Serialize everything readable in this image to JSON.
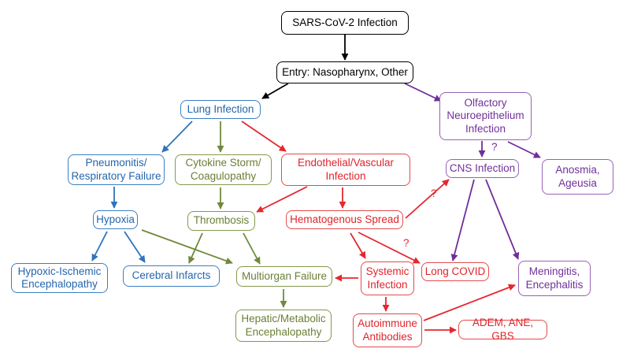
{
  "title": "SARS-CoV-2 neurological pathophysiology flow diagram",
  "colors": {
    "black": "#000000",
    "blue": "#2f74bb",
    "green": "#6f8a3a",
    "red": "#e4282f",
    "purple": "#6f2e99"
  },
  "nodes": {
    "sars": {
      "label": "SARS-CoV-2 Infection",
      "color": "black"
    },
    "entry": {
      "label": "Entry: Nasopharynx, Other",
      "color": "black"
    },
    "lung": {
      "label": "Lung Infection",
      "color": "blue"
    },
    "olfactory": {
      "label": "Olfactory\nNeuroepithelium\nInfection",
      "color": "purple"
    },
    "pneumonitis": {
      "label": "Pneumonitis/\nRespiratory Failure",
      "color": "blue"
    },
    "cytokine": {
      "label": "Cytokine Storm/\nCoagulopathy",
      "color": "green"
    },
    "endothelial": {
      "label": "Endothelial/Vascular\nInfection",
      "color": "red"
    },
    "cns": {
      "label": "CNS Infection",
      "color": "purple"
    },
    "anosmia": {
      "label": "Anosmia,\nAgeusia",
      "color": "purple"
    },
    "hypoxia": {
      "label": "Hypoxia",
      "color": "blue"
    },
    "thrombosis": {
      "label": "Thrombosis",
      "color": "green"
    },
    "hematogenous": {
      "label": "Hematogenous Spread",
      "color": "red"
    },
    "hie": {
      "label": "Hypoxic-Ischemic\nEncephalopathy",
      "color": "blue"
    },
    "infarcts": {
      "label": "Cerebral Infarcts",
      "color": "blue"
    },
    "multiorgan": {
      "label": "Multiorgan Failure",
      "color": "green"
    },
    "systemic": {
      "label": "Systemic\nInfection",
      "color": "red"
    },
    "longcovid": {
      "label": "Long COVID",
      "color": "red"
    },
    "meningitis": {
      "label": "Meningitis,\nEncephalitis",
      "color": "purple"
    },
    "hepatic": {
      "label": "Hepatic/Metabolic\nEncephalopathy",
      "color": "green"
    },
    "autoimmune": {
      "label": "Autoimmune\nAntibodies",
      "color": "red"
    },
    "adem": {
      "label": "ADEM, ANE, GBS",
      "color": "red"
    }
  },
  "edges": [
    {
      "from": "sars",
      "to": "entry",
      "color": "black"
    },
    {
      "from": "entry",
      "to": "lung",
      "color": "black"
    },
    {
      "from": "entry",
      "to": "olfactory",
      "color": "purple"
    },
    {
      "from": "lung",
      "to": "pneumonitis",
      "color": "blue"
    },
    {
      "from": "lung",
      "to": "cytokine",
      "color": "green"
    },
    {
      "from": "lung",
      "to": "endothelial",
      "color": "red"
    },
    {
      "from": "olfactory",
      "to": "cns",
      "color": "purple",
      "label": "?"
    },
    {
      "from": "olfactory",
      "to": "anosmia",
      "color": "purple"
    },
    {
      "from": "pneumonitis",
      "to": "hypoxia",
      "color": "blue"
    },
    {
      "from": "cytokine",
      "to": "thrombosis",
      "color": "green"
    },
    {
      "from": "endothelial",
      "to": "thrombosis",
      "color": "red"
    },
    {
      "from": "endothelial",
      "to": "hematogenous",
      "color": "red"
    },
    {
      "from": "hematogenous",
      "to": "cns",
      "color": "red",
      "label": "?"
    },
    {
      "from": "hypoxia",
      "to": "hie",
      "color": "blue"
    },
    {
      "from": "hypoxia",
      "to": "infarcts",
      "color": "blue"
    },
    {
      "from": "hypoxia",
      "to": "multiorgan",
      "color": "green"
    },
    {
      "from": "thrombosis",
      "to": "infarcts",
      "color": "green"
    },
    {
      "from": "thrombosis",
      "to": "multiorgan",
      "color": "green"
    },
    {
      "from": "hematogenous",
      "to": "systemic",
      "color": "red"
    },
    {
      "from": "hematogenous",
      "to": "longcovid",
      "color": "red",
      "label": "?"
    },
    {
      "from": "cns",
      "to": "longcovid",
      "color": "purple"
    },
    {
      "from": "cns",
      "to": "meningitis",
      "color": "purple"
    },
    {
      "from": "systemic",
      "to": "multiorgan",
      "color": "red"
    },
    {
      "from": "systemic",
      "to": "autoimmune",
      "color": "red"
    },
    {
      "from": "multiorgan",
      "to": "hepatic",
      "color": "green"
    },
    {
      "from": "autoimmune",
      "to": "meningitis",
      "color": "red"
    },
    {
      "from": "autoimmune",
      "to": "adem",
      "color": "red"
    }
  ]
}
